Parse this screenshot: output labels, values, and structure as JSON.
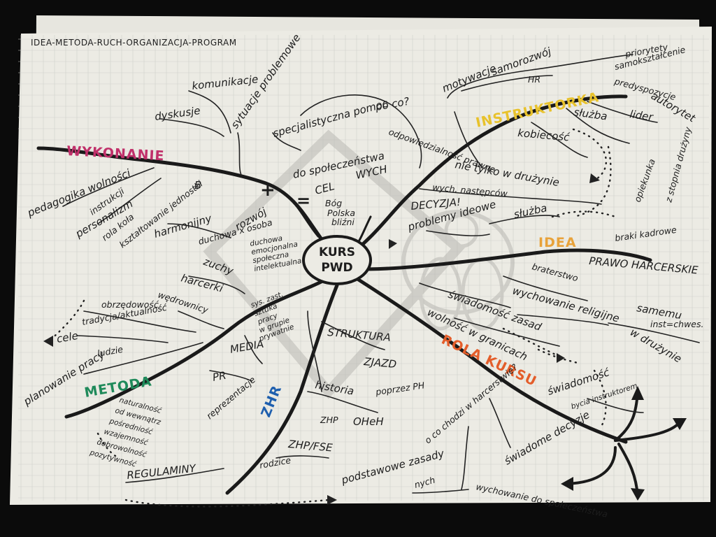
{
  "header": {
    "title": "IDEA-METODA-RUCH-ORGANIZACJA-PROGRAM"
  },
  "center": {
    "line1": "KURS",
    "line2": "PWD"
  },
  "branches": {
    "wykonanie": {
      "label": "WYKONANIE",
      "color": "#c0306a"
    },
    "instruktorka": {
      "label": "INSTRUKTORKA",
      "color": "#e8c22c"
    },
    "idea": {
      "label": "IDEA",
      "color": "#e8a23a"
    },
    "rola_kursu": {
      "label": "ROLA KURSU",
      "color": "#e35d2a"
    },
    "metoda": {
      "label": "METODA",
      "color": "#1f8a5a"
    },
    "zhr": {
      "label": "ZHR",
      "color": "#1e5fae"
    }
  },
  "nodes": {
    "komunikacje": "komunikacje",
    "dyskusje": "dyskusje",
    "sytuacje_problemowe": "sytuacje problemowe",
    "specjalistyczna_pomoc": "specjalistyczna pomoc",
    "po_co": "po co?",
    "odpowiedzialnosc_prawne": "odpowiedzialność prawne",
    "do_spoleczenstwa": "do społeczeństwa",
    "plus": "+",
    "eq": "=",
    "cel": "CEL",
    "wych": "WYCH",
    "bog_polska_blizni": [
      "Bóg",
      "Polska",
      "bliźni"
    ],
    "pedagogika_wolnosci": "pedagogika wolności",
    "instrukcji": "instrukcji",
    "personalizm": "personalizm",
    "rola_kola": "rola koła",
    "ksztaltowanie_jednostki": "kształtowanie jednostki",
    "b": "B",
    "harmonijny": "harmonijny",
    "rozwoj": "rozwój",
    "duchowa_osoba": "duchowa x osoba",
    "osoba_aspects": [
      "duchowa",
      "emocjonalna",
      "społeczna",
      "intelektualna"
    ],
    "zuchy": "zuchy",
    "harcerki": "harcerki",
    "wedrownicy": "wędrownicy",
    "obrzedowosc": "obrzędowość",
    "tradycja_aktualnosc": "tradycja/aktualność",
    "cele": "cele",
    "planowanie_pracy": "planowanie pracy",
    "ludzie": "ludzie",
    "naturalnosc_list": [
      "naturalność",
      "od wewnątrz",
      "pośredniość",
      "wzajemność",
      "dobrowolność",
      "pozytywność"
    ],
    "sys_list": [
      "sys. zast.",
      "sztuka",
      "pracy",
      "w grupie",
      "prywatnie"
    ],
    "media": "MEDIA",
    "pr": "PR",
    "reprezentacje": "reprezentacje",
    "regulaminy": "REGULAMINY",
    "struktura": "STRUKTURA",
    "zjazd": "ZJAZD",
    "historia": "historia",
    "poprzez_ph": "poprzez PH",
    "zhp": "ZHP",
    "oheh": "OHeH",
    "zhp_fse": "ZHP/FSE",
    "rodzice": "rodzice",
    "podstawowe_zasady": "podstawowe zasady",
    "nych": "nych",
    "o_co_chodzi": "o co chodzi w harcerstwie?",
    "wychowanie_do_spoleczenstwa": "wychowanie do społeczeństwa",
    "swiadome_decyzje": "świadome decyzje",
    "swiadomosc": "świadomość",
    "bycia_instruktorem": "bycia instruktorem",
    "motywacje": "motywacje",
    "samorozwoj": "samorozwój",
    "hr": "HR",
    "priorytety": "priorytety",
    "samoksztalcenie": "samokształcenie",
    "predyspozycje": "predyspozycje",
    "autorytet": "autorytet",
    "lider": "lider",
    "sluzba": "służba",
    "kobiecosc": "kobiecość",
    "nie_tylko_w_druzynie": "nie tylko w drużynie",
    "wych_nastepcow": "wych. następców",
    "decyzja": "DECYZJA!",
    "opiekunka": "opiekunka",
    "z_stopnia_druzyny": "z stopnia drużyny",
    "problemy_ideowe": "problemy ideowe",
    "sluzba2": "służba",
    "braki_kadrowe": "braki kadrowe",
    "prawo_harcerskie": "PRAWO HARCERSKIE",
    "braterstwo": "braterstwo",
    "wychowanie_religijne": "wychowanie religijne",
    "samemu": "samemu",
    "inst_chwes": "inst=chwes.",
    "w_druzynie": "w drużynie",
    "swiadomosc_zasad": "świadomość zasad",
    "wolnosc_w_granicach": "wolność w granicach"
  }
}
